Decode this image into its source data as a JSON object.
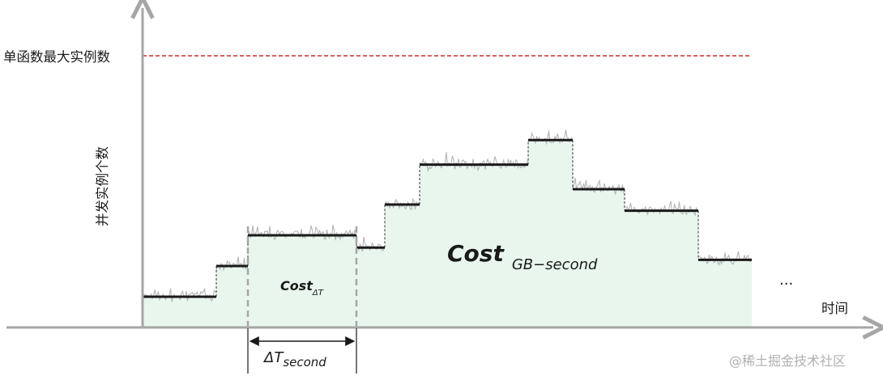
{
  "diagram": {
    "max_instances_label": "单函数最大实例数",
    "y_axis_label": "并发实例个数",
    "x_axis_label": "时间",
    "cost_delta_main": "Cost",
    "cost_delta_sub": "ΔT",
    "cost_gb_main": "Cost",
    "cost_gb_sub": "GB−second",
    "delta_t_main": "ΔT",
    "delta_t_sub": "second",
    "ellipsis": "...",
    "watermark": "@稀土掘金技术社区",
    "colors": {
      "axis": "#a6a6a6",
      "limit_line": "#c00000",
      "area_fill": "#e8f6ee",
      "step_line": "#1a1a1a",
      "noise": "#b5b5b5",
      "interval_dash": "#a6a6a6"
    },
    "step_levels": [
      {
        "start": 0,
        "end": 1,
        "level": 1.0
      },
      {
        "start": 1,
        "end": 2,
        "level": 2.0
      },
      {
        "start": 2,
        "end": 5,
        "level": 3.0
      },
      {
        "start": 5,
        "end": 6,
        "level": 2.6
      },
      {
        "start": 6,
        "end": 7,
        "level": 4.0
      },
      {
        "start": 7,
        "end": 10,
        "level": 5.3
      },
      {
        "start": 10,
        "end": 11,
        "level": 6.1
      },
      {
        "start": 11,
        "end": 12,
        "level": 4.5
      },
      {
        "start": 12,
        "end": 14,
        "level": 3.8
      },
      {
        "start": 14,
        "end": 15,
        "level": 2.2
      }
    ]
  }
}
